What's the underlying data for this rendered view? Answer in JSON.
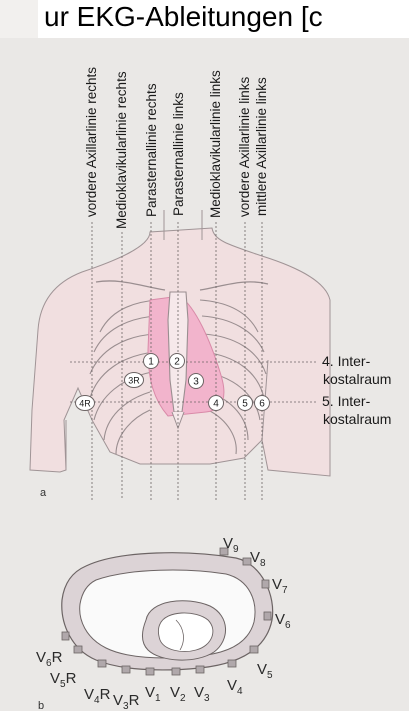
{
  "header": {
    "text": "ur EKG-Ableitungen [c"
  },
  "vertical_lines": {
    "l1": "vordere Axillarlinie rechts",
    "l2": "Medioklavikularlinie rechts",
    "l3": "Parasternallinie rechts",
    "l4": "Parasternallinie links",
    "l5": "Medioklavikularlinie links",
    "l6": "vordere Axillarlinie links",
    "l7": "mittlere Axillarlinie links"
  },
  "intercostal": {
    "ic4_line1": "4. Inter-",
    "ic4_line2": "kostalraum",
    "ic5_line1": "5. Inter-",
    "ic5_line2": "kostalraum"
  },
  "electrodes": [
    "1",
    "2",
    "3",
    "4",
    "5",
    "6",
    "3R",
    "4R"
  ],
  "panel_labels": {
    "a": "a",
    "b": "b"
  },
  "leads": {
    "V1": {
      "base": "V",
      "sub": "1"
    },
    "V2": {
      "base": "V",
      "sub": "2"
    },
    "V3": {
      "base": "V",
      "sub": "3"
    },
    "V4": {
      "base": "V",
      "sub": "4"
    },
    "V5": {
      "base": "V",
      "sub": "5"
    },
    "V6": {
      "base": "V",
      "sub": "6"
    },
    "V7": {
      "base": "V",
      "sub": "7"
    },
    "V8": {
      "base": "V",
      "sub": "8"
    },
    "V9": {
      "base": "V",
      "sub": "9"
    },
    "V3R": {
      "base": "V",
      "sub": "3",
      "suffix": "R"
    },
    "V4R": {
      "base": "V",
      "sub": "4",
      "suffix": "R"
    },
    "V5R": {
      "base": "V",
      "sub": "5",
      "suffix": "R"
    },
    "V6R": {
      "base": "V",
      "sub": "6",
      "suffix": "R"
    }
  },
  "colors": {
    "heart": "#f2b4cc",
    "skin": "#f1dfe0",
    "outline": "#7a7070",
    "background": "#eae8e6"
  }
}
